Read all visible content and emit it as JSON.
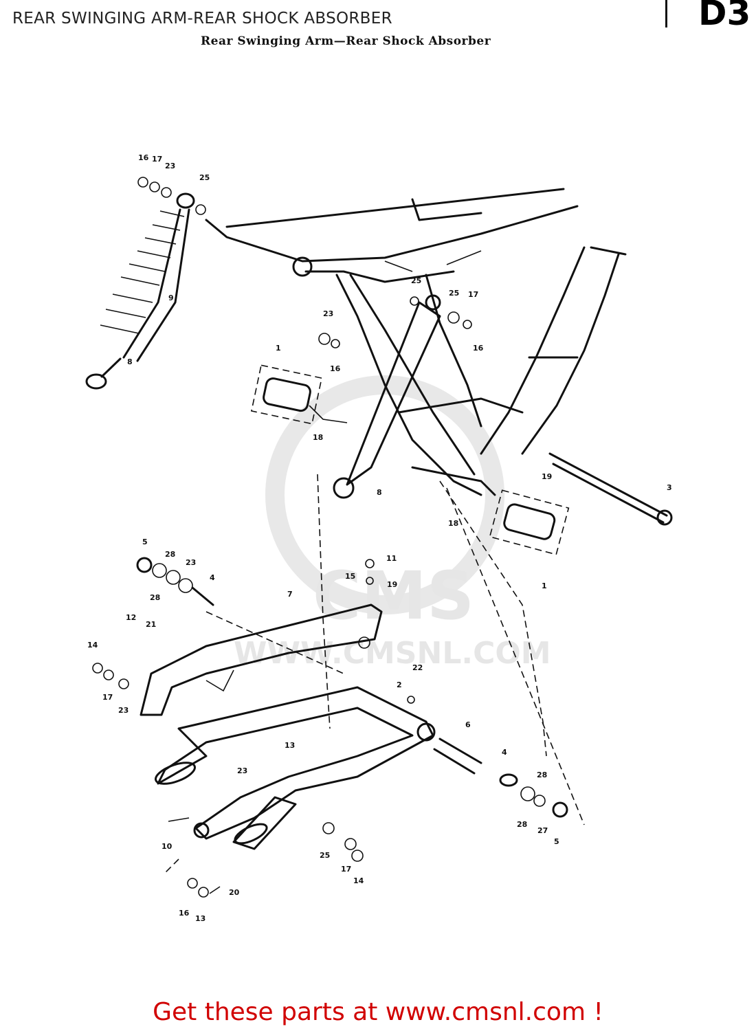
{
  "header": {
    "title": "REAR SWINGING ARM-REAR SHOCK ABSORBER",
    "section_code": "D3",
    "scan_subtitle": "Rear Swinging Arm—Rear Shock Absorber"
  },
  "watermark": {
    "brand": "CMS",
    "url": "WWW.CMSNL.COM"
  },
  "callouts": [
    {
      "id": "c16a",
      "text": "16"
    },
    {
      "id": "c17a",
      "text": "17"
    },
    {
      "id": "c23a",
      "text": "23"
    },
    {
      "id": "c25a",
      "text": "25"
    },
    {
      "id": "c9",
      "text": "9"
    },
    {
      "id": "c8a",
      "text": "8"
    },
    {
      "id": "c25b",
      "text": "25"
    },
    {
      "id": "c25c",
      "text": "25"
    },
    {
      "id": "c17b",
      "text": "17"
    },
    {
      "id": "c16b",
      "text": "16"
    },
    {
      "id": "c23b",
      "text": "23"
    },
    {
      "id": "c16c",
      "text": "16"
    },
    {
      "id": "c1a",
      "text": "1"
    },
    {
      "id": "c18a",
      "text": "18"
    },
    {
      "id": "c8b",
      "text": "8"
    },
    {
      "id": "c3",
      "text": "3"
    },
    {
      "id": "c19a",
      "text": "19"
    },
    {
      "id": "c18b",
      "text": "18"
    },
    {
      "id": "c1b",
      "text": "1"
    },
    {
      "id": "c5a",
      "text": "5"
    },
    {
      "id": "c28a",
      "text": "28"
    },
    {
      "id": "c23c",
      "text": "23"
    },
    {
      "id": "c28b",
      "text": "28"
    },
    {
      "id": "c4a",
      "text": "4"
    },
    {
      "id": "c11",
      "text": "11"
    },
    {
      "id": "c15",
      "text": "15"
    },
    {
      "id": "c19b",
      "text": "19"
    },
    {
      "id": "c7",
      "text": "7"
    },
    {
      "id": "c12",
      "text": "12"
    },
    {
      "id": "c21",
      "text": "21"
    },
    {
      "id": "c14a",
      "text": "14"
    },
    {
      "id": "c17c",
      "text": "17"
    },
    {
      "id": "c23d",
      "text": "23"
    },
    {
      "id": "c22",
      "text": "22"
    },
    {
      "id": "c2",
      "text": "2"
    },
    {
      "id": "c6",
      "text": "6"
    },
    {
      "id": "c4b",
      "text": "4"
    },
    {
      "id": "c28c",
      "text": "28"
    },
    {
      "id": "c28d",
      "text": "28"
    },
    {
      "id": "c27",
      "text": "27"
    },
    {
      "id": "c5b",
      "text": "5"
    },
    {
      "id": "c13a",
      "text": "13"
    },
    {
      "id": "c23e",
      "text": "23"
    },
    {
      "id": "c10",
      "text": "10"
    },
    {
      "id": "c25d",
      "text": "25"
    },
    {
      "id": "c17d",
      "text": "17"
    },
    {
      "id": "c14b",
      "text": "14"
    },
    {
      "id": "c16d",
      "text": "16"
    },
    {
      "id": "c13b",
      "text": "13"
    },
    {
      "id": "c20",
      "text": "20"
    }
  ],
  "footer": {
    "cta_text": "Get these parts at www.cmsnl.com !"
  }
}
